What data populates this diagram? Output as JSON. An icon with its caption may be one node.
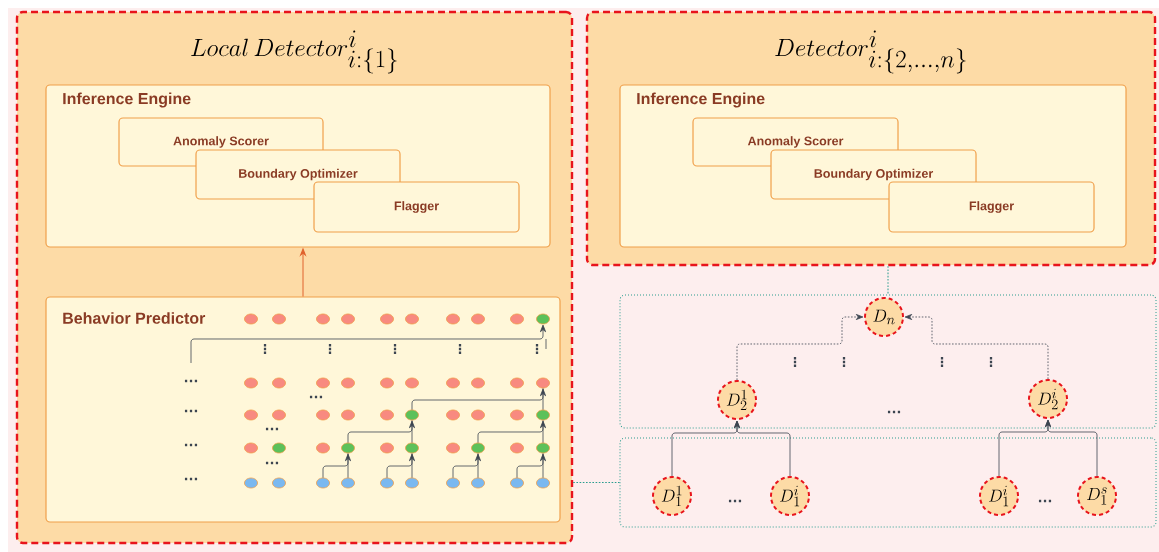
{
  "diagram": {
    "nodes": [
      {
        "text": [
          "Local\\,Detector^{i}_{i:\\{1\\}}"
        ]
      },
      {
        "text": [
          "Inference Engine"
        ],
        "in": 0
      },
      {
        "text": [
          "Anomaly Scorer"
        ],
        "in": 1
      },
      {
        "text": [
          "Boundary Optimizer"
        ],
        "in": 1
      },
      {
        "text": [
          "Flagger"
        ],
        "in": 1
      },
      {
        "text": [
          "Behavior Predictor"
        ],
        "in": 0
      },
      {
        "text": [
          "Detector^{i}_{i:\\{2,...,n\\}}"
        ]
      },
      {
        "text": [
          "Inference Engine"
        ],
        "in": 6
      },
      {
        "text": [
          "Anomaly Scorer"
        ],
        "in": 7
      },
      {
        "text": [
          "Boundary Optimizer"
        ],
        "in": 7
      },
      {
        "text": [
          "Flagger"
        ],
        "in": 7
      },
      {
        "text": [],
        "shape": "box"
      },
      {
        "text": [],
        "shape": "box"
      },
      {
        "text": [
          "D_{n}"
        ],
        "in": 11
      },
      {
        "text": [
          "D_{2}^{1}"
        ],
        "in": 11
      },
      {
        "text": [
          "D_{2}^{i}"
        ],
        "in": 11
      },
      {
        "text": [
          "D_{1}^{1}"
        ],
        "in": 12
      },
      {
        "text": [
          "D_{1}^{i}"
        ],
        "in": 12
      },
      {
        "text": [
          "D_{1}^{i}"
        ],
        "in": 12
      },
      {
        "text": [
          "D_{1}^{s}"
        ],
        "in": 12
      }
    ],
    "edges": [
      {
        "from": 5,
        "to": 1,
        "arrow": "to",
        "color": "#e0622d"
      },
      {
        "from": 6,
        "to": 11,
        "arrow": "none",
        "style": "dashed",
        "color": "#2a9d8f"
      },
      {
        "from": 0,
        "to": 12,
        "arrow": "none",
        "style": "dashed",
        "color": "#2a9d8f"
      },
      {
        "from": 16,
        "to": 14,
        "arrow": "to"
      },
      {
        "from": 17,
        "to": 14,
        "arrow": "to"
      },
      {
        "from": 18,
        "to": 15,
        "arrow": "to"
      },
      {
        "from": 19,
        "to": 15,
        "arrow": "to"
      },
      {
        "from": 14,
        "to": 13,
        "arrow": "to",
        "style": "dashed"
      },
      {
        "from": 15,
        "to": 13,
        "arrow": "to",
        "style": "dashed"
      }
    ],
    "labels": [
      "⋮",
      "⋮",
      "⋮",
      "⋮",
      "⋮",
      "...",
      "...",
      "...",
      "...",
      "...",
      "...",
      "...",
      "⋮",
      "⋮",
      "⋮",
      "⋮",
      "...",
      "...",
      "..."
    ]
  }
}
